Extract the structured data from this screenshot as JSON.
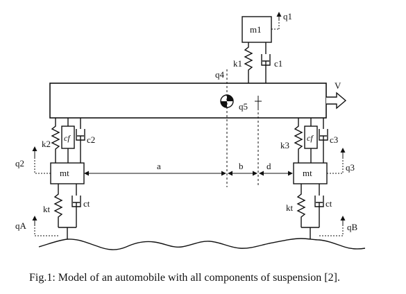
{
  "labels": {
    "m1": "m1",
    "q1": "q1",
    "k1": "k1",
    "c1": "c1",
    "q4": "q4",
    "q5": "q5",
    "v": "V",
    "k2": "k2",
    "cf_left": "cf",
    "c2": "c2",
    "k3": "k3",
    "cf_right": "cf",
    "c3": "c3",
    "q2": "q2",
    "q3": "q3",
    "mt_left": "mt",
    "mt_right": "mt",
    "a": "a",
    "b": "b",
    "d": "d",
    "kt_left": "kt",
    "ct_left": "ct",
    "kt_right": "kt",
    "ct_right": "ct",
    "qA": "qA",
    "qB": "qB"
  },
  "caption": "Fig.1: Model of an automobile with all components of suspension [2]."
}
